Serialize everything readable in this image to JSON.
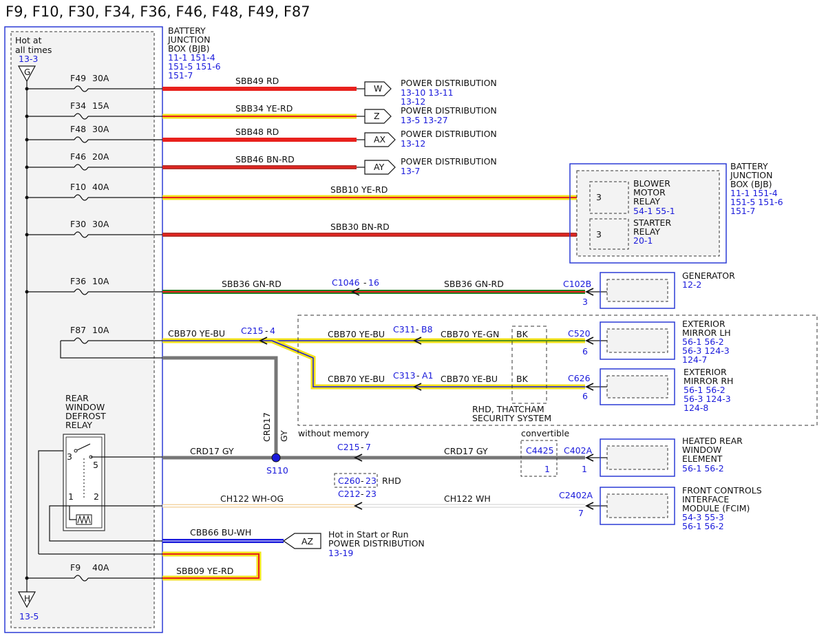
{
  "title": "F9, F10, F30, F34, F36, F46, F48, F49, F87",
  "hot_label": [
    "Hot at",
    "all times"
  ],
  "hot_ref": "13-3",
  "bus_top_letter": "G",
  "bus_bottom_letter": "H",
  "bus_bottom_ref": "13-5",
  "bjb_left": {
    "lines": [
      "BATTERY",
      "JUNCTION",
      "BOX (BJB)"
    ],
    "refs": [
      "11-1  151-4",
      "151-5 151-6",
      "151-7"
    ]
  },
  "bjb_right": {
    "lines": [
      "BATTERY",
      "JUNCTION",
      "BOX (BJB)"
    ],
    "refs": [
      "11-1   151-4",
      "151-5 151-6",
      "151-7"
    ]
  },
  "fuses": [
    {
      "name": "F49",
      "rating": "30A",
      "wire": "SBB49  RD",
      "dest_letter": "W",
      "dest_label": "POWER DISTRIBUTION",
      "dest_refs": [
        "13-10 13-11",
        "13-12"
      ]
    },
    {
      "name": "F34",
      "rating": "15A",
      "wire": "SBB34  YE-RD",
      "dest_letter": "Z",
      "dest_label": "POWER DISTRIBUTION",
      "dest_refs": [
        "13-5   13-27"
      ]
    },
    {
      "name": "F48",
      "rating": "30A",
      "wire": "SBB48  RD",
      "dest_letter": "AX",
      "dest_label": "POWER DISTRIBUTION",
      "dest_refs": [
        "13-12"
      ]
    },
    {
      "name": "F46",
      "rating": "20A",
      "wire": "SBB46  BN-RD",
      "dest_letter": "AY",
      "dest_label": "POWER DISTRIBUTION",
      "dest_refs": [
        "13-7"
      ]
    },
    {
      "name": "F10",
      "rating": "40A",
      "wire": "SBB10  YE-RD"
    },
    {
      "name": "F30",
      "rating": "30A",
      "wire": "SBB30  BN-RD"
    },
    {
      "name": "F36",
      "rating": "10A",
      "wire": "SBB36  GN-RD"
    },
    {
      "name": "F87",
      "rating": "10A",
      "wire": "CBB70  YE-BU"
    },
    {
      "name": "F9",
      "rating": "40A",
      "wire": "SBB09  YE-RD"
    }
  ],
  "blower_relay": {
    "pin": "3",
    "lines": [
      "BLOWER",
      "MOTOR",
      "RELAY"
    ],
    "refs": "54-1   55-1"
  },
  "starter_relay": {
    "pin": "3",
    "lines": [
      "STARTER",
      "RELAY"
    ],
    "refs": "20-1"
  },
  "f36_run": {
    "connector": "C1046",
    "pin": "16",
    "wire2": "SBB36  GN-RD",
    "dest_conn": "C102B",
    "dest_pin": "3",
    "dest_label": "GENERATOR",
    "dest_ref": "12-2"
  },
  "f87_run": {
    "c215": "C215",
    "c215_pin": "4",
    "upper": {
      "wire": "CBB70  YE-BU",
      "conn": "C311",
      "pin": "B8",
      "wire2": "CBB70  YE-GN",
      "bk": "BK",
      "dest_conn": "C520",
      "dest_pin": "6",
      "dest_lines": [
        "EXTERIOR",
        "MIRROR LH"
      ],
      "dest_refs": [
        "56-1   56-2",
        "56-3   124-3",
        "124-7"
      ]
    },
    "lower": {
      "wire": "CBB70  YE-BU",
      "conn": "C313",
      "pin": "A1",
      "wire2": "CBB70  YE-BU",
      "bk": "BK",
      "dest_conn": "C626",
      "dest_pin": "6",
      "dest_lines": [
        "EXTERIOR",
        "MIRROR RH"
      ],
      "dest_refs": [
        "56-1   56-2",
        "56-3   124-3",
        "124-8"
      ]
    },
    "region_label": [
      "RHD, THATCHAM",
      "SECURITY SYSTEM"
    ]
  },
  "crd17": {
    "vertical_wire": "CRD17",
    "vertical_color": "GY",
    "wire": "CRD17  GY",
    "splice": "S110",
    "note": "without memory",
    "conn": "C215",
    "conn_pin": "7",
    "wire2": "CRD17  GY",
    "convertible": "convertible",
    "c4425": "C4425",
    "c4425_pin": "1",
    "dest_conn": "C402A",
    "dest_pin": "1",
    "dest_lines": [
      "HEATED REAR",
      "WINDOW",
      "ELEMENT"
    ],
    "dest_refs": "56-1   56-2"
  },
  "relay": {
    "lines": [
      "REAR",
      "WINDOW",
      "DEFROST",
      "RELAY"
    ],
    "pin3": "3",
    "pin5": "5",
    "pin1": "1",
    "pin2": "2"
  },
  "ch122": {
    "rhd_conn": "C260",
    "rhd_pin": "23",
    "rhd_label": "RHD",
    "conn": "C212",
    "conn_pin": "23",
    "wire": "CH122  WH-OG",
    "wire2": "CH122  WH",
    "dest_conn": "C2402A",
    "dest_pin": "7",
    "dest_lines": [
      "FRONT CONTROLS",
      "INTERFACE",
      "MODULE (FCIM)"
    ],
    "dest_refs": [
      "54-3   55-3",
      "56-1   56-2"
    ]
  },
  "cbb66": {
    "wire": "CBB66  BU-WH",
    "letter": "AZ",
    "lines": [
      "Hot in Start or Run",
      "POWER DISTRIBUTION"
    ],
    "ref": "13-19"
  },
  "colors": {
    "blue": "#1a1adb",
    "red": "#e8211d",
    "yellow": "#f2e21c",
    "brown_red": "#b8312b",
    "green": "#1f7a1f",
    "gray": "#777777"
  }
}
